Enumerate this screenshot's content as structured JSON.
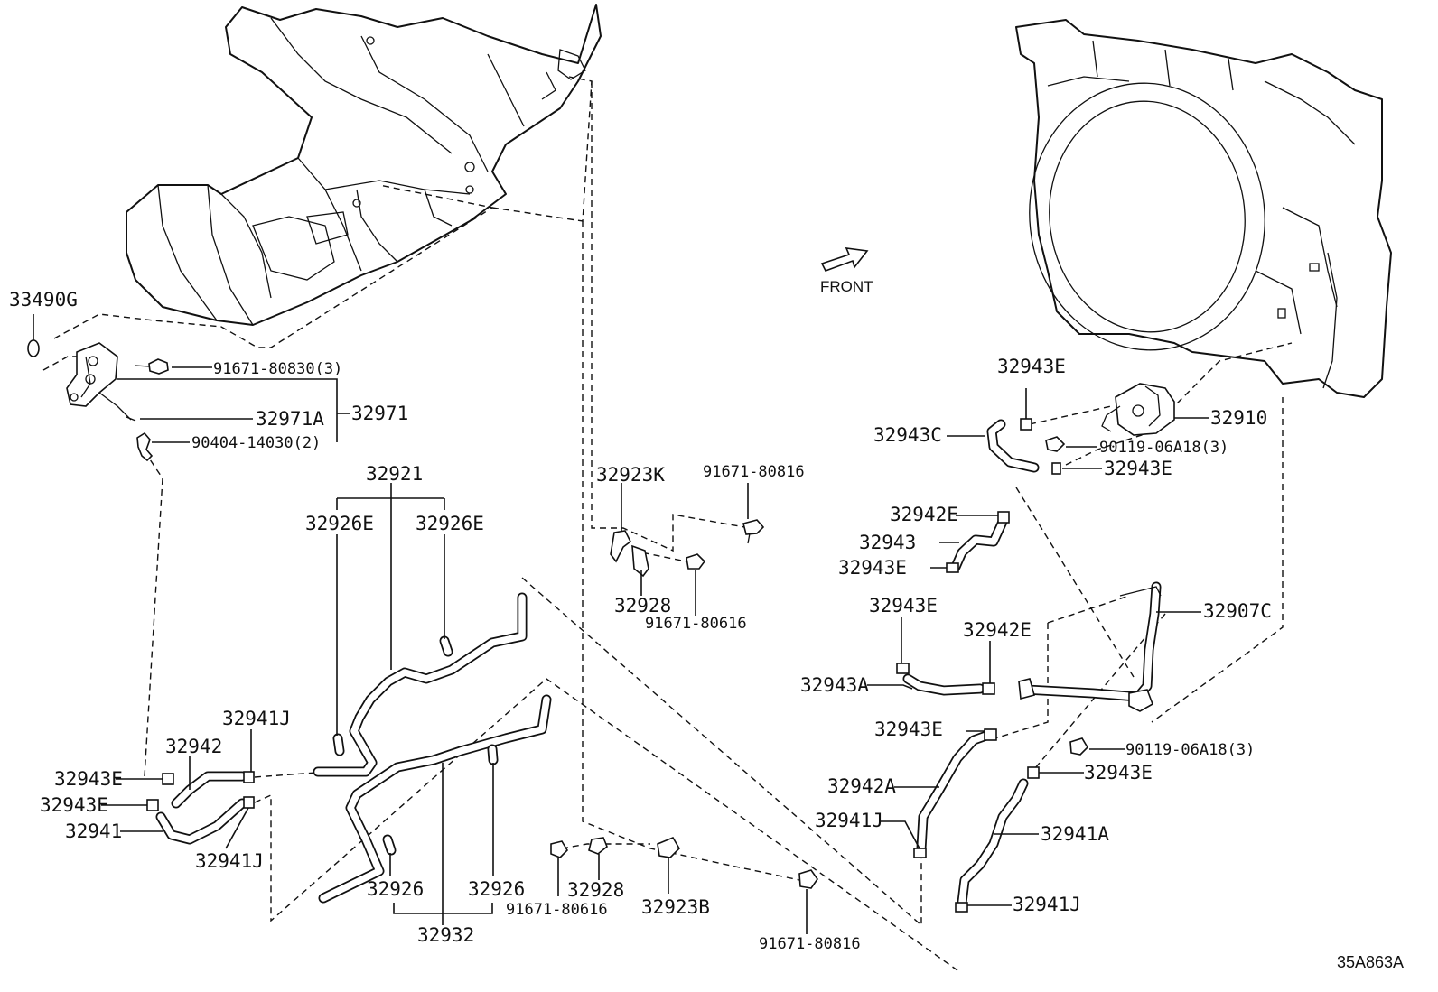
{
  "labels": {
    "p33490G": "33490G",
    "p91671_80830": "91671-80830(3)",
    "p32971": "32971",
    "p32971A": "32971A",
    "p90404_14030": "90404-14030(2)",
    "p32921": "32921",
    "p32926E_left": "32926E",
    "p32926E_right": "32926E",
    "p32941J_top": "32941J",
    "p32942": "32942",
    "p32943E_a": "32943E",
    "p32943E_b": "32943E",
    "p32941": "32941",
    "p32941J_bottom": "32941J",
    "p32926_left": "32926",
    "p32926_right": "32926",
    "p32932": "32932",
    "p32923K": "32923K",
    "p91671_80816_top": "91671-80816",
    "p32928_top": "32928",
    "p91671_80616_top": "91671-80616",
    "p32928_bottom": "32928",
    "p91671_80616_bottom": "91671-80616",
    "p32923B": "32923B",
    "p91671_80816_bottom": "91671-80816",
    "front": "FRONT",
    "p32943E_r1": "32943E",
    "p32943C": "32943C",
    "p32910": "32910",
    "p90119_06A18_top": "90119-06A18(3)",
    "p32943E_r2": "32943E",
    "p32942E_top": "32942E",
    "p32943": "32943",
    "p32943E_r3": "32943E",
    "p32943E_r4": "32943E",
    "p32942E_mid": "32942E",
    "p32907C": "32907C",
    "p32943A": "32943A",
    "p32943E_r5": "32943E",
    "p90119_06A18_bottom": "90119-06A18(3)",
    "p32943E_r6": "32943E",
    "p32942A": "32942A",
    "p32941J_r1": "32941J",
    "p32941A": "32941A",
    "p32941J_r2": "32941J",
    "ref": "35A863A"
  }
}
